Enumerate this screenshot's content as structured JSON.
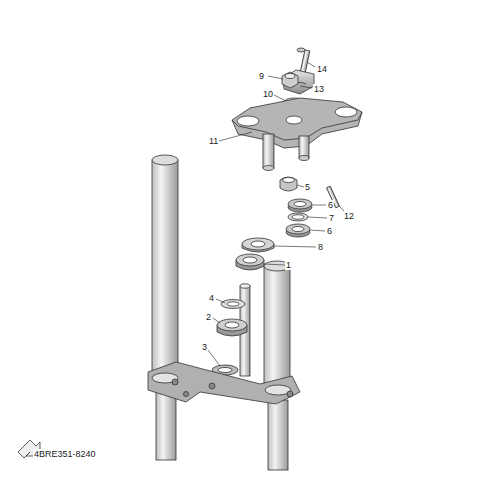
{
  "diagram": {
    "labels": [
      "14",
      "9",
      "13",
      "10",
      "11",
      "5",
      "6",
      "7",
      "6",
      "12",
      "8",
      "1",
      "4",
      "2",
      "3",
      "4BRE351-8240"
    ]
  }
}
